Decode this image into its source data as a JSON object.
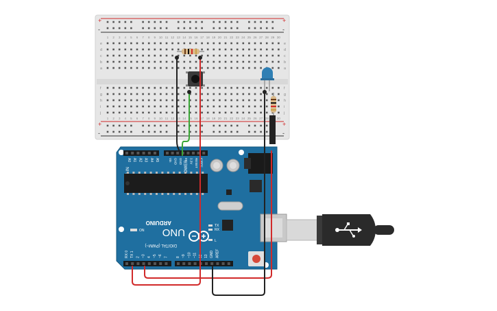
{
  "board": {
    "brand": "ARDUINO",
    "model": "UNO",
    "power_header_label": "POWER",
    "analog_header_label": "ANALOG IN",
    "digital_header_label": "DIGITAL (PWM~)",
    "on_led_label": "ON",
    "tx_label": "TX",
    "rx_label": "RX",
    "l_label": "L",
    "power_pins": [
      "IOREF",
      "RESET",
      "3.3V",
      "5V",
      "GND",
      "GND",
      "Vin"
    ],
    "analog_pins": [
      "A0",
      "A1",
      "A2",
      "A3",
      "A4",
      "A5"
    ],
    "digital_pins_left": [
      "AREF",
      "GND",
      "13",
      "12",
      "~11",
      "~10",
      "~9",
      "8"
    ],
    "digital_pins_right": [
      "7",
      "~6",
      "~5",
      "4",
      "~3",
      "2",
      "TX 1",
      "RX 0"
    ]
  },
  "breadboard": {
    "row_numbers": [
      "1",
      "2",
      "3",
      "4",
      "5",
      "6",
      "7",
      "8",
      "9",
      "10",
      "11",
      "12",
      "13",
      "14",
      "15",
      "16",
      "17",
      "18",
      "19",
      "20",
      "21",
      "22",
      "23",
      "24",
      "25",
      "26",
      "27",
      "28",
      "29",
      "30"
    ],
    "row_letters_top": [
      "a",
      "b",
      "c",
      "d",
      "e"
    ],
    "row_letters_bottom": [
      "f",
      "g",
      "h",
      "i",
      "j"
    ],
    "rail_plus": "+",
    "rail_minus": "-"
  },
  "colors": {
    "board": "#1f6fa0",
    "breadboard": "#e6e6e6",
    "wire_red": "#d12a2a",
    "wire_black": "#222222",
    "wire_green": "#3aa636",
    "led": "#2f7fb4",
    "usb": "#2a2a2a"
  }
}
